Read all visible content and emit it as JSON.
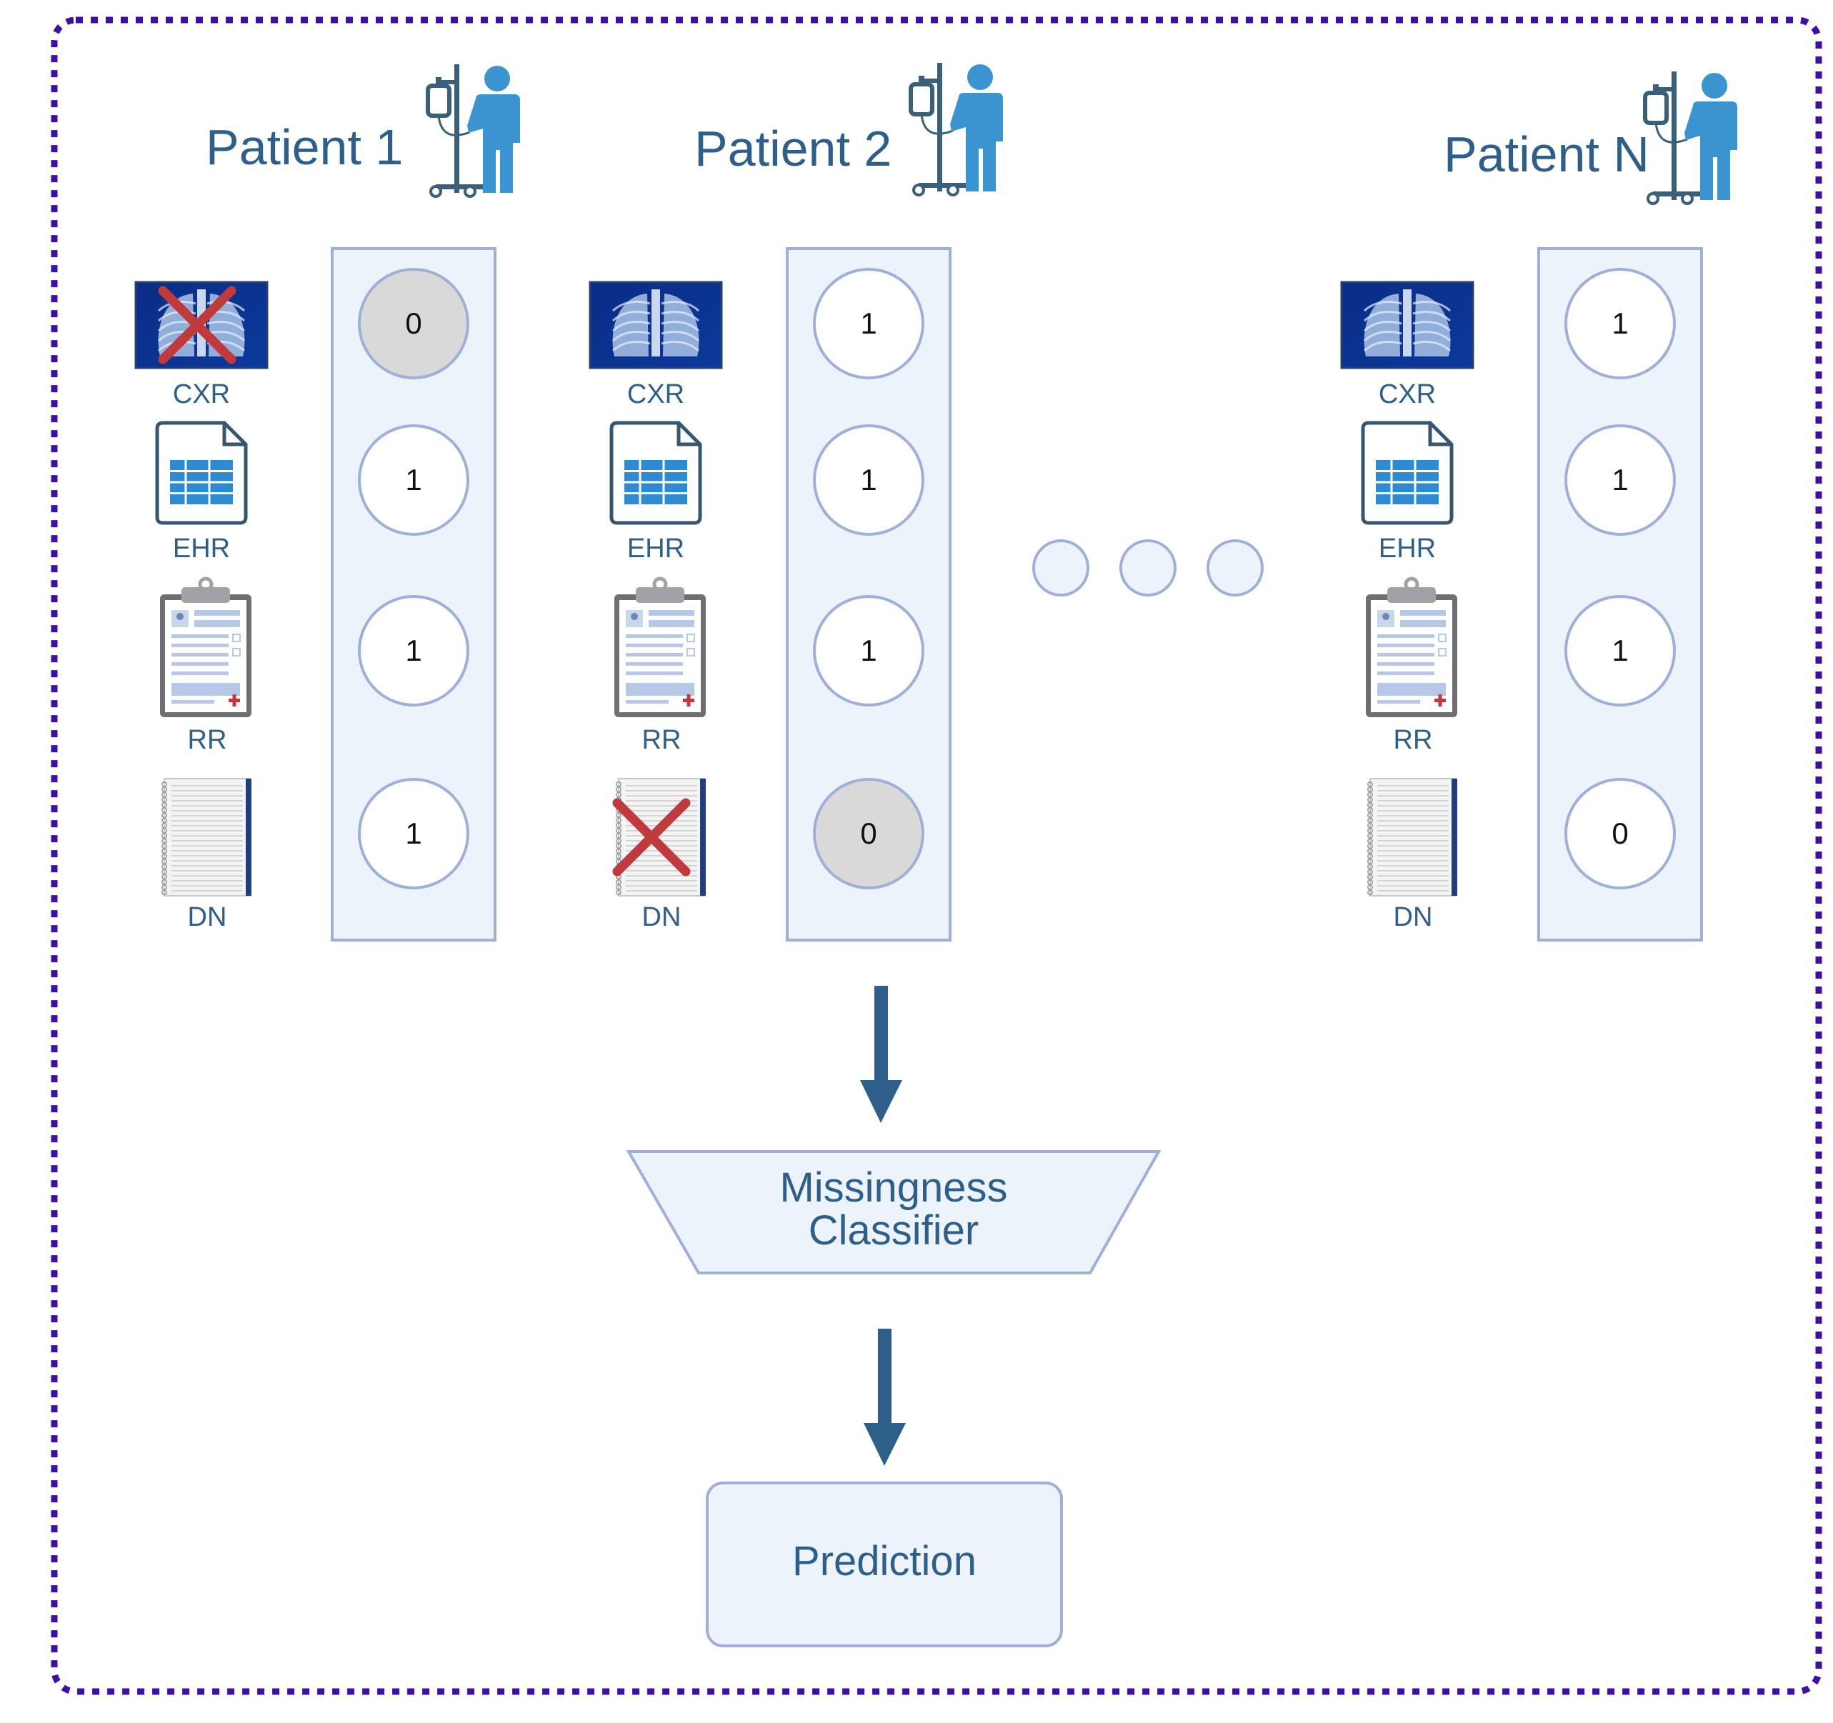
{
  "patients": [
    {
      "name": "Patient 1",
      "modalities": [
        {
          "label": "CXR",
          "kind": "xray",
          "value": "0",
          "missing": true
        },
        {
          "label": "EHR",
          "kind": "ehr",
          "value": "1",
          "missing": false
        },
        {
          "label": "RR",
          "kind": "report",
          "value": "1",
          "missing": false
        },
        {
          "label": "DN",
          "kind": "notebook",
          "value": "1",
          "missing": false
        }
      ]
    },
    {
      "name": "Patient 2",
      "modalities": [
        {
          "label": "CXR",
          "kind": "xray",
          "value": "1",
          "missing": false
        },
        {
          "label": "EHR",
          "kind": "ehr",
          "value": "1",
          "missing": false
        },
        {
          "label": "RR",
          "kind": "report",
          "value": "1",
          "missing": false
        },
        {
          "label": "DN",
          "kind": "notebook",
          "value": "0",
          "missing": true
        }
      ]
    },
    {
      "name": "Patient N",
      "modalities": [
        {
          "label": "CXR",
          "kind": "xray",
          "value": "1",
          "missing": false
        },
        {
          "label": "EHR",
          "kind": "ehr",
          "value": "1",
          "missing": false
        },
        {
          "label": "RR",
          "kind": "report",
          "value": "1",
          "missing": false
        },
        {
          "label": "DN",
          "kind": "notebook",
          "value": "0",
          "missing": false
        }
      ]
    }
  ],
  "classifier": {
    "line1": "Missingness",
    "line2": "Classifier"
  },
  "output": {
    "label": "Prediction"
  },
  "colors": {
    "border_dots": "#3d0ea8",
    "text": "#2d5f8a",
    "arrow": "#2d5f8a",
    "panel_fill": "#edf3fb",
    "panel_stroke": "#9fb0d8",
    "circle_present": "#ffffff",
    "circle_missing": "#d9d9d9",
    "cross": "#c0393b",
    "person": "#3a94d0",
    "iv_pole": "#3a5f78"
  },
  "icons": [
    "xray-icon",
    "ehr-spreadsheet-icon",
    "radiology-report-icon",
    "notebook-icon",
    "patient-iv-icon",
    "missing-cross-icon",
    "down-arrow-icon"
  ]
}
